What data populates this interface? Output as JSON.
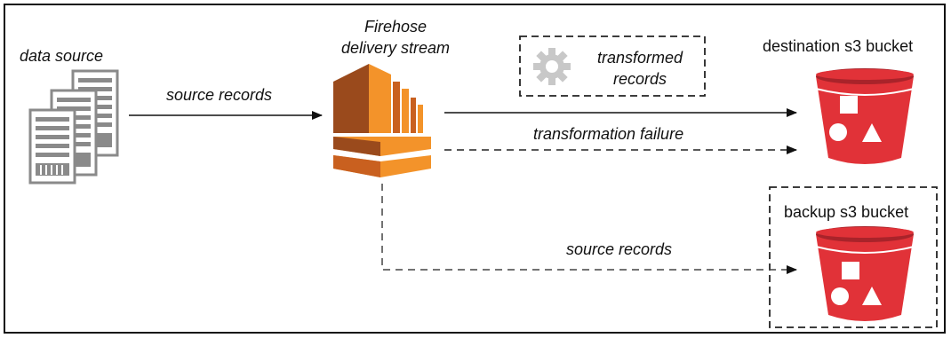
{
  "labels": {
    "data_source": "data source",
    "source_records_top": "source records",
    "firehose_line1": "Firehose",
    "firehose_line2": "delivery stream",
    "transformed_line1": "transformed",
    "transformed_line2": "records",
    "transformation_failure": "transformation failure",
    "destination_bucket": "destination s3 bucket",
    "backup_bucket": "backup s3 bucket",
    "source_records_bottom": "source records"
  },
  "icons": {
    "servers": "server-rack-icon",
    "firehose": "aws-kinesis-firehose-icon",
    "gear": "gear-icon",
    "destination_bucket": "s3-bucket-icon",
    "backup_bucket": "s3-bucket-icon"
  },
  "colors": {
    "firehose_dark": "#9a4a1c",
    "firehose_mid": "#c9601f",
    "firehose_light": "#f3932a",
    "bucket_red": "#e13238",
    "bucket_dark": "#a9232a",
    "server_gray": "#8a8a8a",
    "gear_gray": "#c8c8c8"
  }
}
